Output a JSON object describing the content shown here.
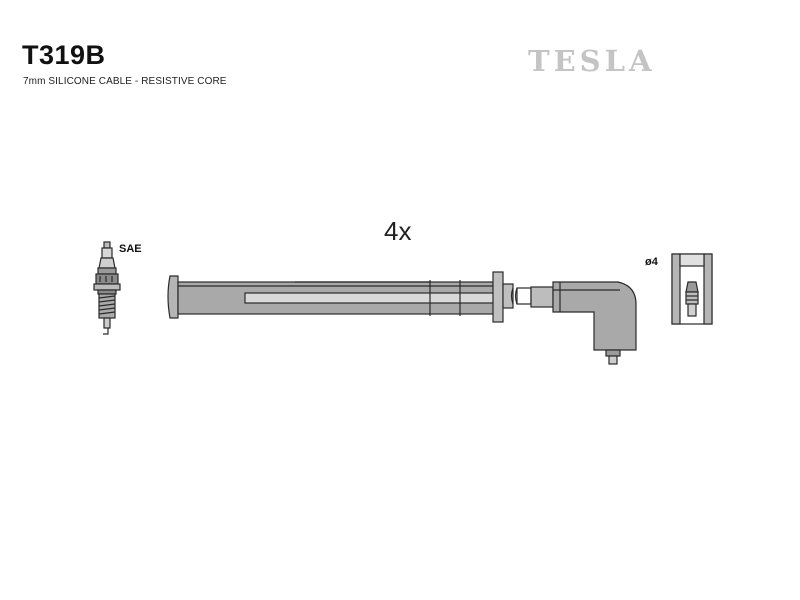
{
  "header": {
    "part_number": "T319B",
    "description": "7mm SILICONE CABLE - RESISTIVE CORE",
    "brand_logo": "TESLA"
  },
  "diagram": {
    "quantity_label": "4x",
    "spark_plug_label": "SAE",
    "terminal_label": "ø4"
  },
  "colors": {
    "cable_fill": "#a9a9a9",
    "outline": "#2a2a2a",
    "logo": "#c4c4c4"
  }
}
